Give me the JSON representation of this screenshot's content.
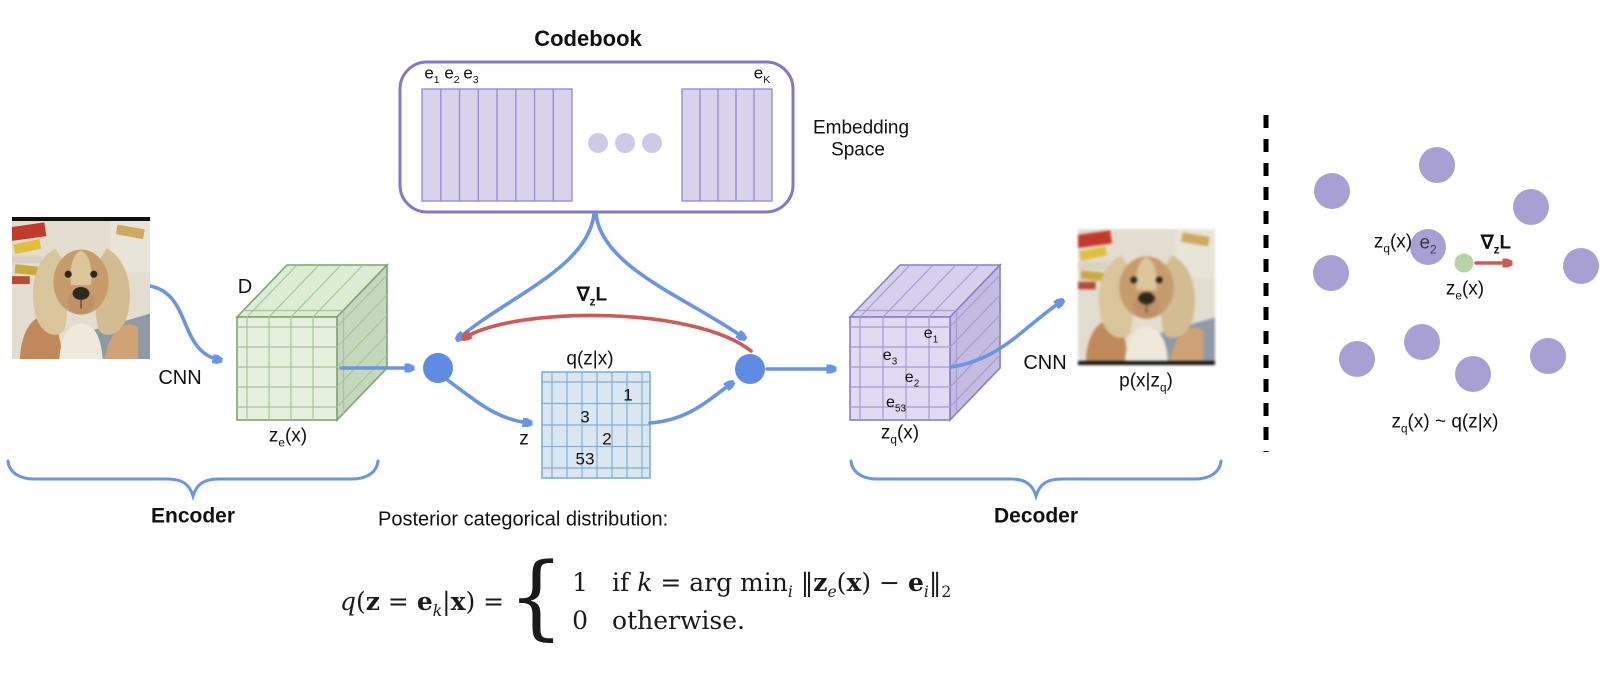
{
  "colors": {
    "arrow_blue": "#6b94e4",
    "node_blue": "#5f8ce2",
    "gradient_red": "#cc5a55",
    "codebook_border": "#8577c5",
    "codebook_fill": "#d8d2eb",
    "encoder_cube_green": "#e6f0df",
    "decoder_cube_purple": "#e0daf2",
    "posterior_grid_blue": "#dbe7f0",
    "embedding_dot_purple": "#a89fd3",
    "embedding_dot_green": "#b7d5a4"
  },
  "codebook": {
    "title": "Codebook",
    "vector_labels": [
      {
        "base": "e",
        "sub": "1"
      },
      {
        "base": "e",
        "sub": "2"
      },
      {
        "base": "e",
        "sub": "3"
      }
    ],
    "last_vector_label": {
      "base": "e",
      "sub": "K"
    },
    "side_label": {
      "line1": "Embedding",
      "line2": "Space"
    }
  },
  "encoder": {
    "cnn_label": "CNN",
    "depth_label": "D",
    "output_label": {
      "base": "z",
      "sub": "e",
      "rest": "(x)"
    },
    "brace_label": "Encoder"
  },
  "latent": {
    "gradient_label": {
      "base": "∇",
      "sub": "z",
      "rest": "L"
    },
    "grid_title": "q(z|x)",
    "z_label": "z",
    "grid_values": [
      "1",
      "3",
      "2",
      "53"
    ]
  },
  "decoder": {
    "input_label": {
      "base": "z",
      "sub": "q",
      "rest": "(x)"
    },
    "cell_labels": [
      {
        "base": "e",
        "sub": "1"
      },
      {
        "base": "e",
        "sub": "3"
      },
      {
        "base": "e",
        "sub": "2"
      },
      {
        "base": "e",
        "sub": "53"
      }
    ],
    "cnn_label": "CNN",
    "output_label": {
      "pre": "p(x|z",
      "sub": "q",
      "post": ")"
    },
    "brace_label": "Decoder"
  },
  "posterior": {
    "heading": "Posterior categorical distribution:",
    "equation": {
      "lhs_q": "q",
      "lhs_pre": "(",
      "lhs_z": "z",
      "lhs_mid": " = ",
      "lhs_e": "e",
      "lhs_sub_k": "k",
      "lhs_bar": "|",
      "lhs_x": "x",
      "lhs_post": ") = ",
      "brace": "{",
      "case1_value": "1",
      "case1_if": "if ",
      "case1_k": "k",
      "case1_argmin": " = arg min",
      "case1_sub_i": "i",
      "case1_norm_open": " ‖",
      "case1_z": "z",
      "case1_sub_e": "e",
      "case1_paren": "(",
      "case1_x": "x",
      "case1_close": ") − ",
      "case1_e": "e",
      "case1_sub_i2": "i",
      "case1_norm_close": "‖",
      "case1_sub_2": "2",
      "case2_value": "0",
      "case2_text": "otherwise."
    }
  },
  "embedding_view": {
    "zq_label": {
      "base": "z",
      "sub": "q",
      "rest": "(x)"
    },
    "e2_label": {
      "base": "e",
      "sub": "2"
    },
    "gradient_label": {
      "base": "∇",
      "sub": "z",
      "rest": "L"
    },
    "ze_label": {
      "base": "z",
      "sub": "e",
      "rest": "(x)"
    },
    "caption": {
      "base": "z",
      "sub": "q",
      "rest": "(x) ~ q(z|x)"
    }
  }
}
